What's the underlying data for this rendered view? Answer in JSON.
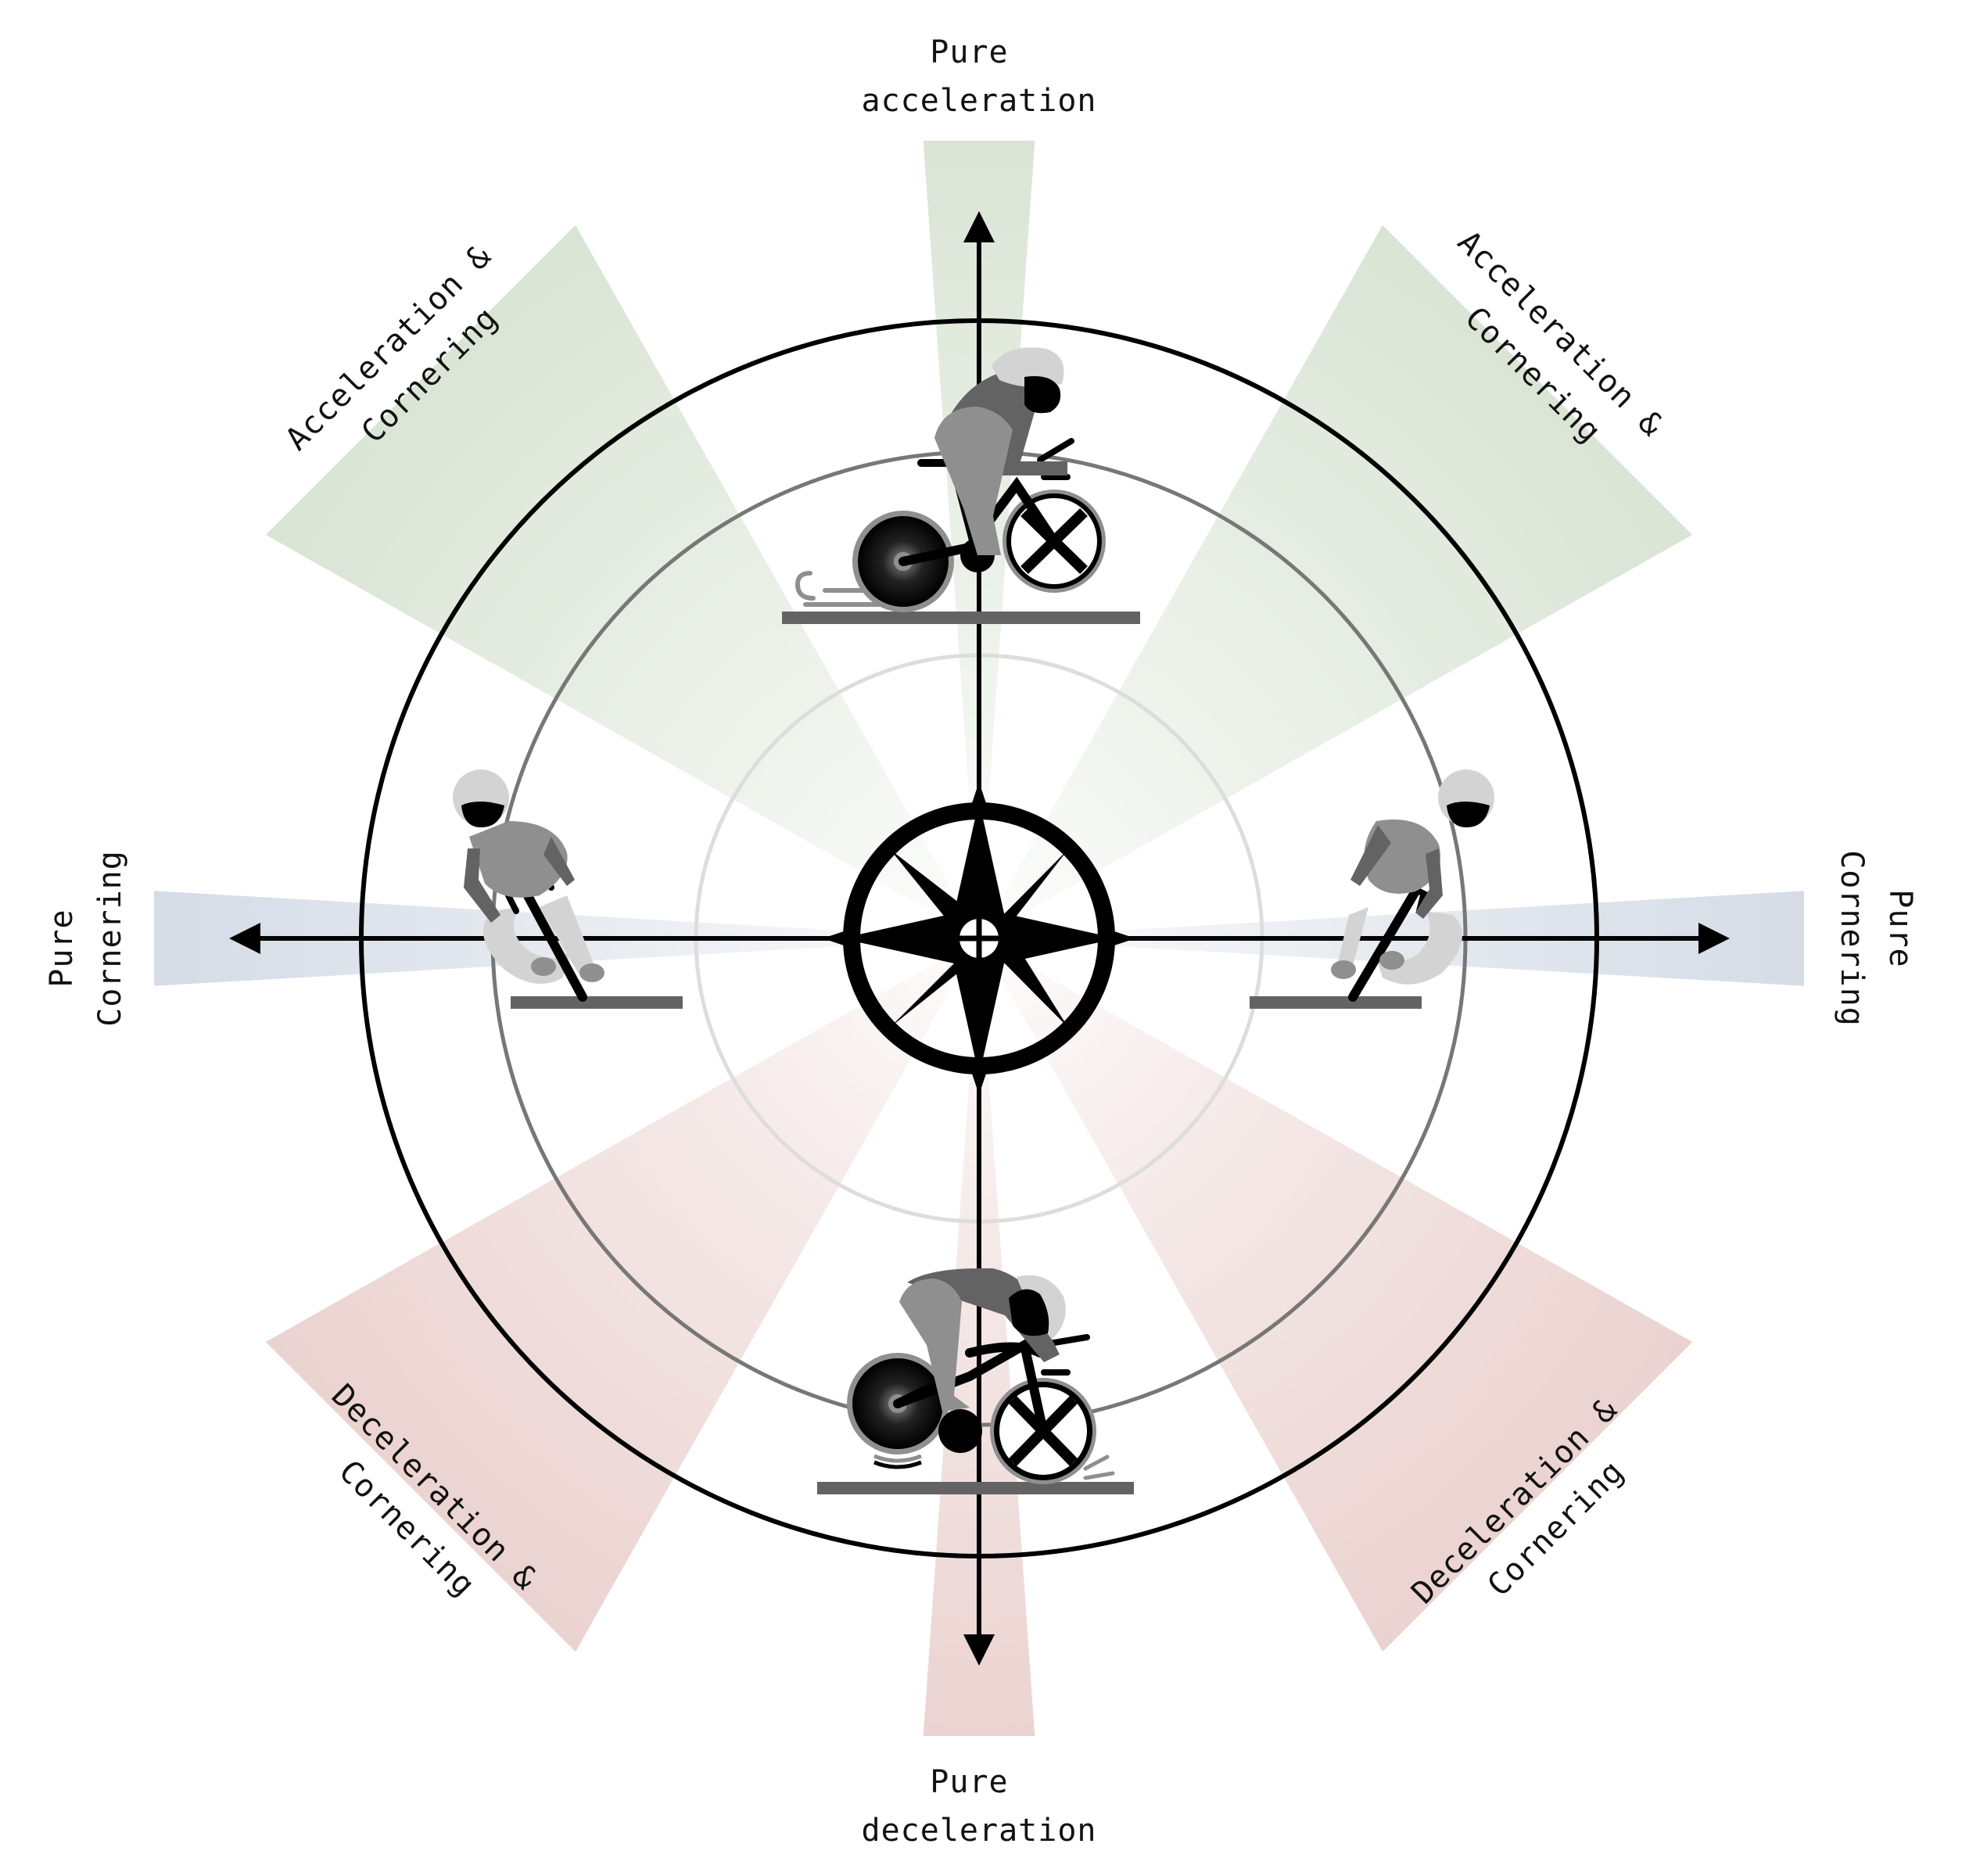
{
  "diagram": {
    "title": "Cycling traction compass",
    "colors": {
      "acceleration": "#d9e4d4",
      "deceleration": "#ead2cf",
      "cornering": "#d5dce6",
      "axis": "#000000",
      "outer_ring": "#000000",
      "middle_ring": "#777777",
      "inner_ring": "#dddddd",
      "rider_dark": "#636363",
      "rider_mid": "#8f8f8f",
      "rider_light": "#d3d3d3",
      "ground": "#636363"
    },
    "labels": {
      "top": [
        "Pure",
        "acceleration"
      ],
      "bottom": [
        "Pure",
        "deceleration"
      ],
      "left": [
        "Pure",
        "Cornering"
      ],
      "right": [
        "Pure",
        "Cornering"
      ],
      "top_left": [
        "Acceleration &",
        "Cornering"
      ],
      "top_right": [
        "Acceleration &",
        "Cornering"
      ],
      "bottom_left": [
        "Deceleration &",
        "Cornering"
      ],
      "bottom_right": [
        "Deceleration &",
        "Cornering"
      ]
    },
    "zones": [
      {
        "name": "Pure acceleration",
        "direction": "up",
        "tone": "acceleration"
      },
      {
        "name": "Acceleration & Cornering",
        "direction": "up-left",
        "tone": "acceleration"
      },
      {
        "name": "Acceleration & Cornering",
        "direction": "up-right",
        "tone": "acceleration"
      },
      {
        "name": "Pure Cornering",
        "direction": "left",
        "tone": "cornering"
      },
      {
        "name": "Pure Cornering",
        "direction": "right",
        "tone": "cornering"
      },
      {
        "name": "Deceleration & Cornering",
        "direction": "down-left",
        "tone": "deceleration"
      },
      {
        "name": "Deceleration & Cornering",
        "direction": "down-right",
        "tone": "deceleration"
      },
      {
        "name": "Pure deceleration",
        "direction": "down",
        "tone": "deceleration"
      }
    ],
    "icons": {
      "center": "compass-rose-icon",
      "top": "cyclist-accelerating-icon",
      "bottom": "cyclist-braking-icon",
      "left": "cyclist-leaning-left-icon",
      "right": "cyclist-leaning-right-icon"
    }
  }
}
